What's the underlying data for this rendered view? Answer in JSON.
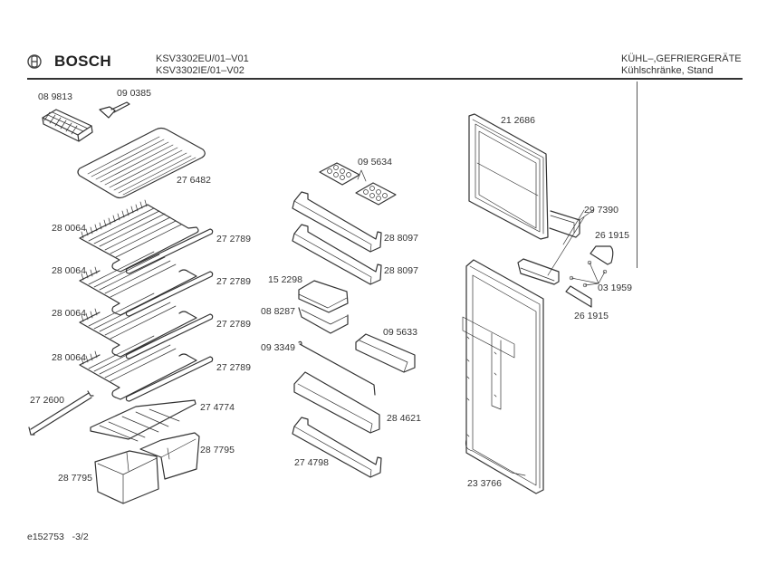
{
  "header": {
    "brand": "BOSCH",
    "logo_icon": "bosch-armature-logo-icon",
    "models": [
      "KSV3302EU/01–V01",
      "KSV3302IE/01–V02"
    ],
    "category": [
      "KÜHL–,GEFRIERGERÄTE",
      "Kühlschränke, Stand"
    ]
  },
  "parts": {
    "ice_tray": "08 9813",
    "ice_scraper": "09 0385",
    "freezer_grid": "27 6482",
    "shelf_1": "28 0064",
    "shelf_2": "28 0064",
    "shelf_3": "28 0064",
    "shelf_4": "28 0064",
    "trim_1": "27 2789",
    "trim_2": "27 2789",
    "trim_3": "27 2789",
    "trim_4": "27 2789",
    "rail": "27 2600",
    "crisper_cover": "27 4774",
    "crisper_right": "28 7795",
    "crisper_left": "28 7795",
    "egg_trays": "09 5634",
    "door_shelf_1": "28 8097",
    "door_shelf_2": "28 8097",
    "butter_lid": "15 2298",
    "butter_box": "08 8287",
    "small_shelf": "09 5633",
    "bottle_retainer": "09 3349",
    "bottle_shelf": "28 4621",
    "bottom_door_shelf": "27 4798",
    "freezer_door": "21 2686",
    "handle": "29 7390",
    "hinge_cover_top": "26 1915",
    "hinge_cover_bottom": "26 1915",
    "screws": "03 1959",
    "fridge_door": "23 3766"
  },
  "footer": {
    "doc_id": "e152753",
    "page": "-3/2"
  }
}
